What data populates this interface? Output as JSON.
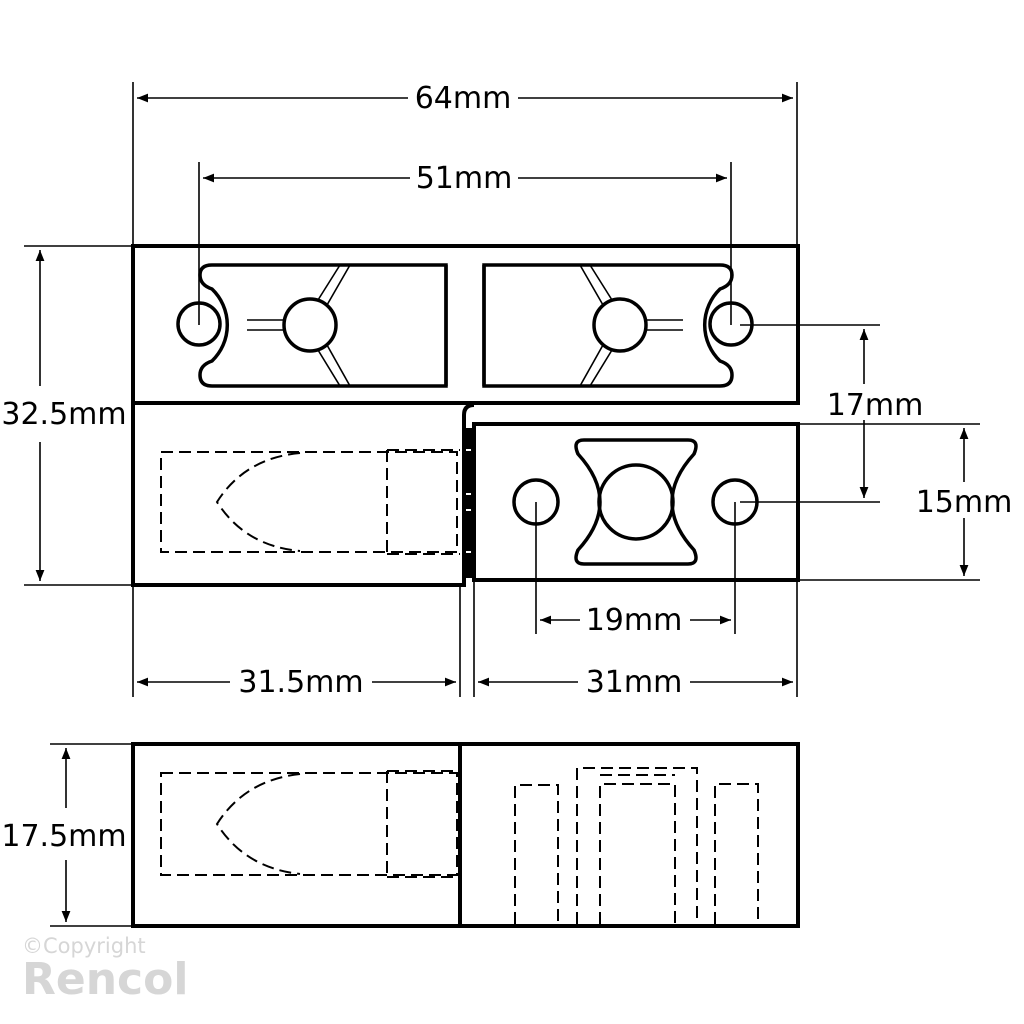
{
  "drawing": {
    "title": "Hinge technical drawing",
    "colors": {
      "line": "#000000",
      "background": "#ffffff",
      "watermark": "#d6d6d6"
    },
    "dimensions": {
      "overall_width": "64mm",
      "hole_spacing_top": "51mm",
      "overall_height": "32.5mm",
      "hole_offset": "17mm",
      "lower_leaf_height": "15mm",
      "lower_hole_spacing": "19mm",
      "left_leaf_width": "31.5mm",
      "right_leaf_width": "31mm",
      "side_thickness": "17.5mm"
    },
    "views": [
      "top-leaf-plan",
      "lower-plan",
      "side-elevation"
    ]
  },
  "watermark": {
    "line1": "©Copyright",
    "line2": "Rencol"
  }
}
